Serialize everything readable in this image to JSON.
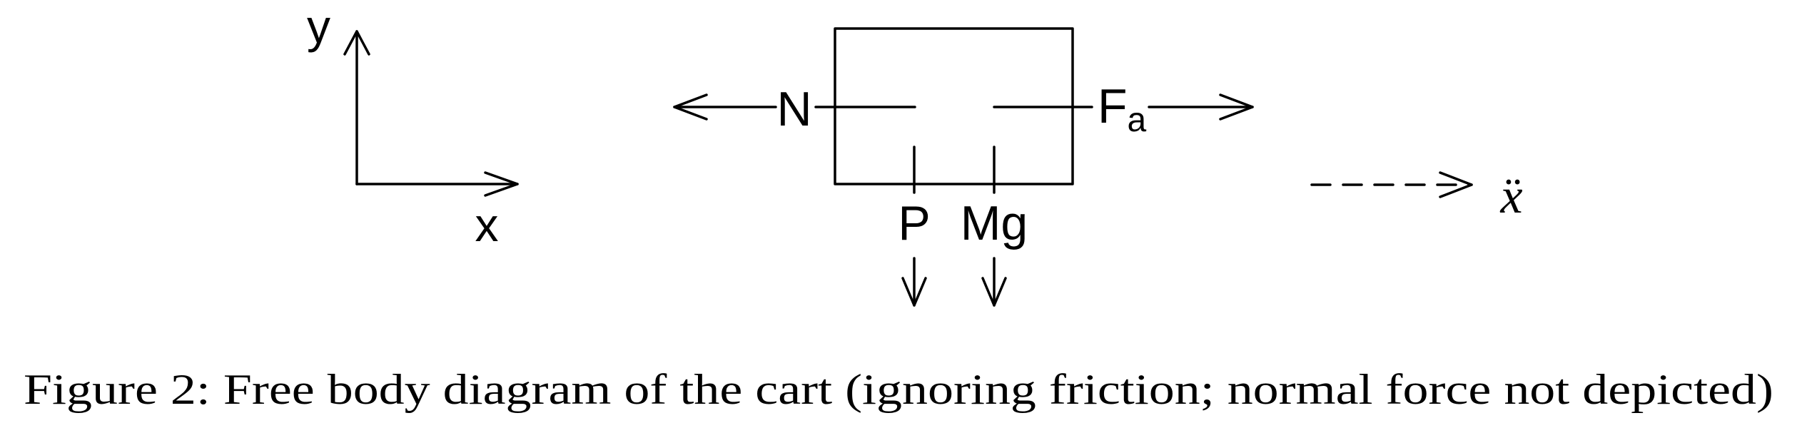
{
  "axes": {
    "x_label": "x",
    "y_label": "y"
  },
  "forces": {
    "left": "N",
    "right_main": "F",
    "right_sub": "a",
    "down_left": "P",
    "down_right": "Mg"
  },
  "acceleration": {
    "label": "x",
    "decoration": "¨"
  },
  "caption": {
    "text": "Figure 2: Free body diagram of the cart (ignoring friction; normal force not depicted)"
  }
}
